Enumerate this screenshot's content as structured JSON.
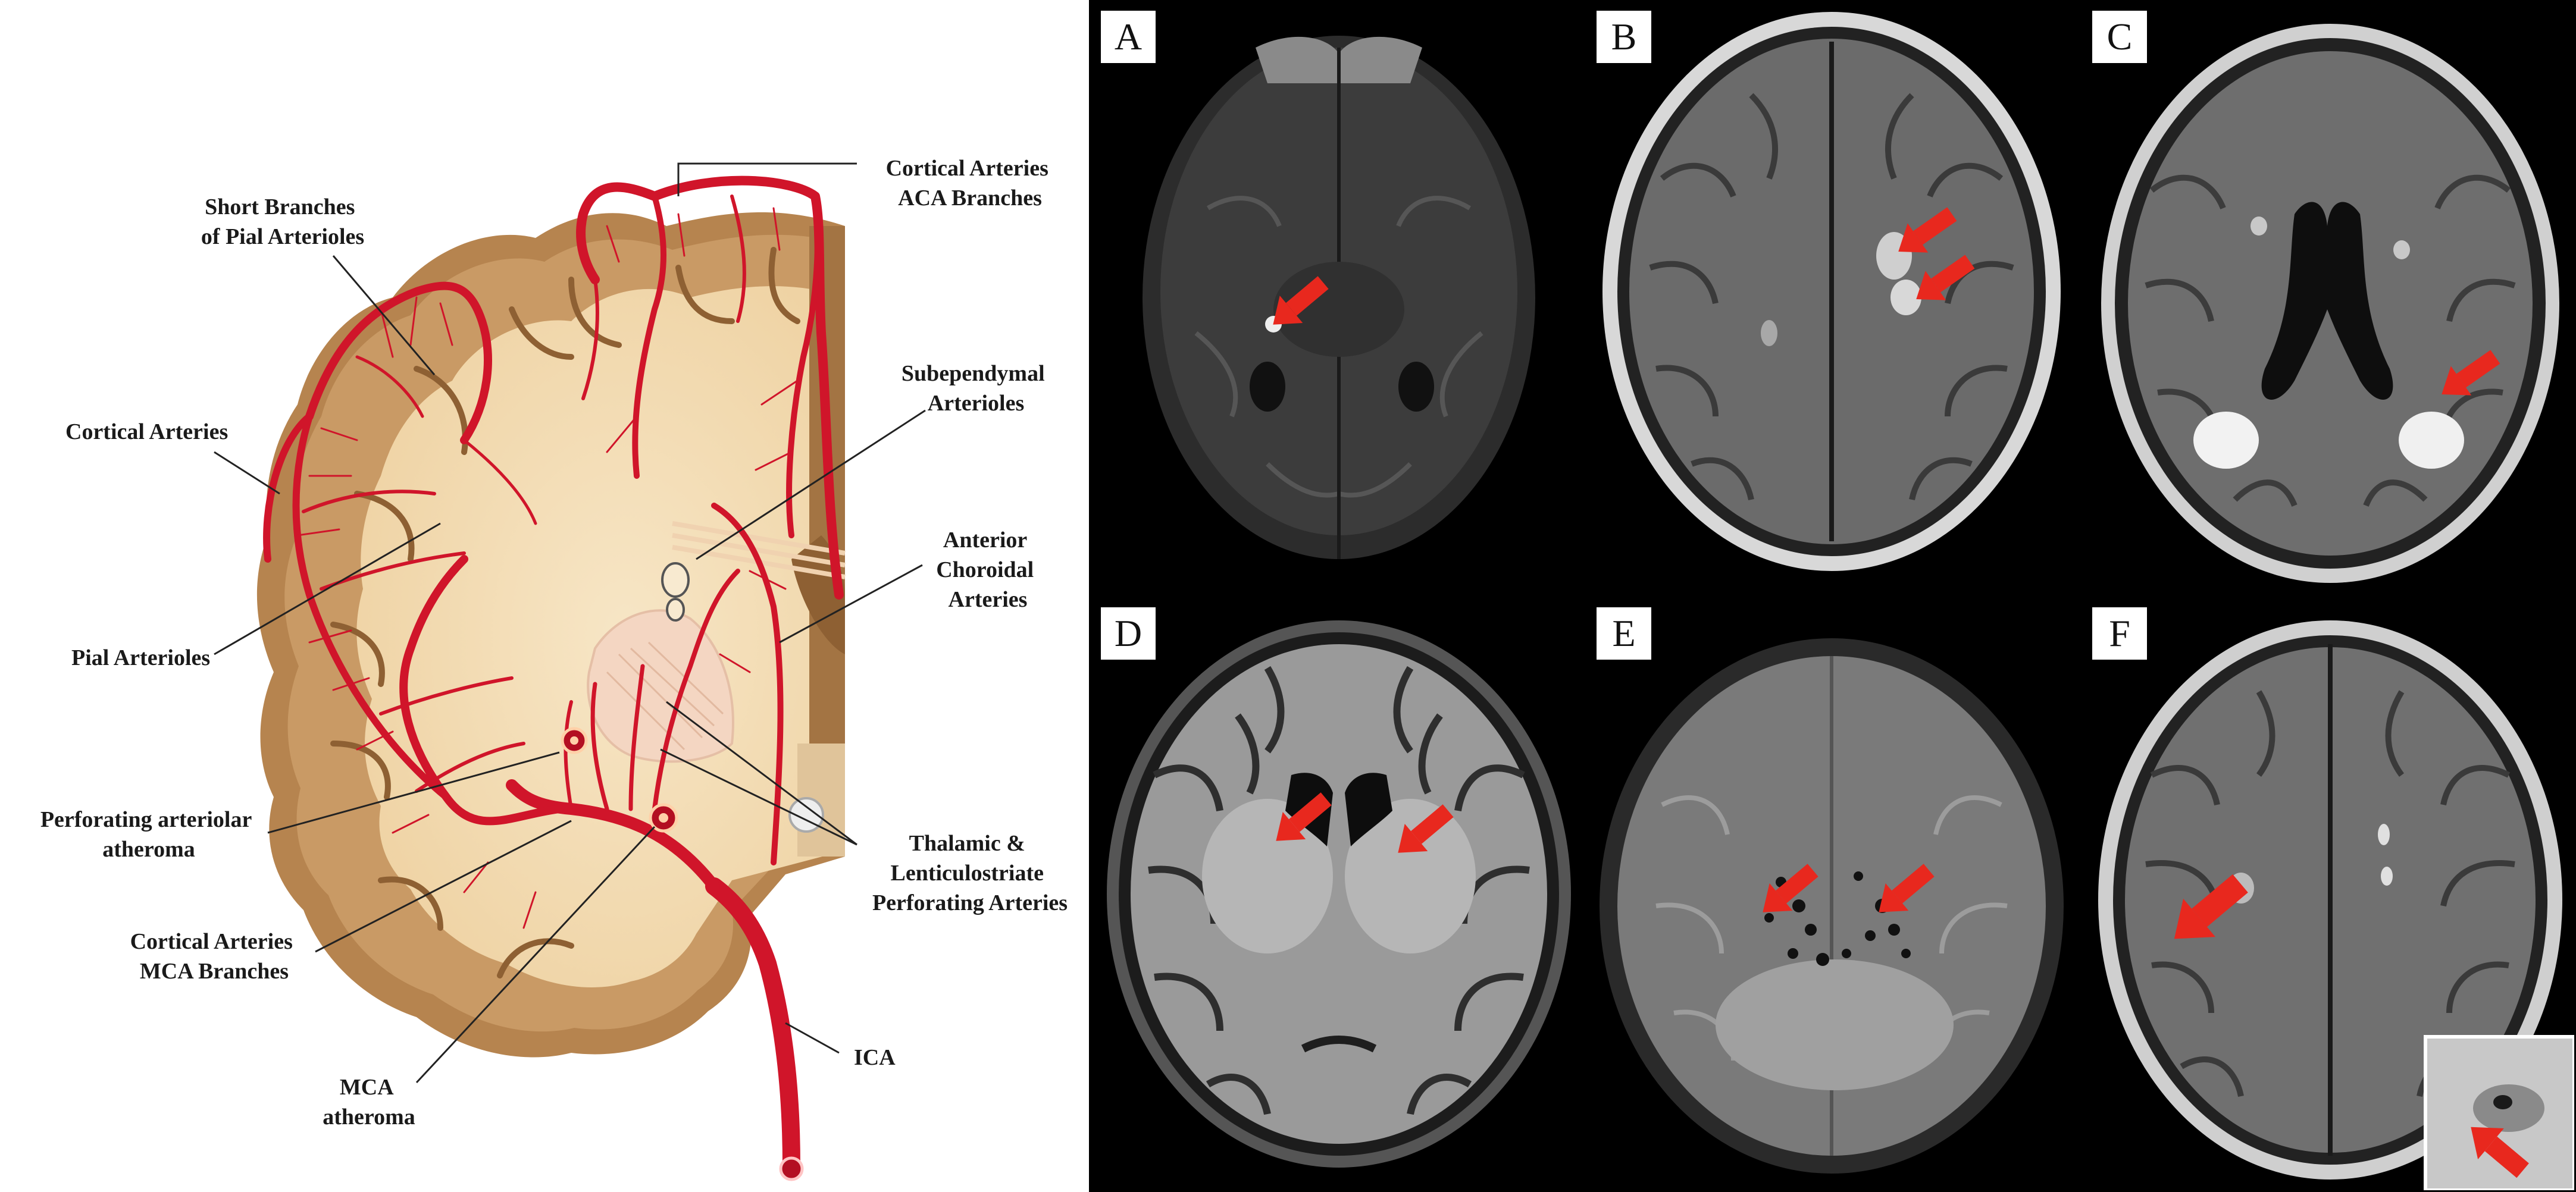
{
  "diagram": {
    "labels": {
      "cortical_aca": [
        "Cortical Arteries",
        "ACA Branches"
      ],
      "short_branches": [
        "Short Branches",
        "of Pial Arterioles"
      ],
      "cortical_arteries": "Cortical Arteries",
      "subependymal": [
        "Subependymal",
        "Arterioles"
      ],
      "anterior_choroidal": [
        "Anterior",
        "Choroidal",
        "Arteries"
      ],
      "pial_arterioles": "Pial Arterioles",
      "perforating_atheroma": [
        "Perforating arteriolar",
        "atheroma"
      ],
      "thalamic": [
        "Thalamic &",
        "Lenticulostriate",
        "Perforating Arteries"
      ],
      "cortical_mca": [
        "Cortical Arteries",
        "MCA Branches"
      ],
      "ica": "ICA",
      "mca_atheroma": [
        "MCA",
        "atheroma"
      ]
    },
    "colors": {
      "artery": "#d0152a",
      "cortex": "#b98a5a",
      "white_matter": "#f2d9b0"
    }
  },
  "panels": [
    {
      "label": "A",
      "sequence_style": "DWI"
    },
    {
      "label": "B",
      "sequence_style": "FLAIR"
    },
    {
      "label": "C",
      "sequence_style": "FLAIR"
    },
    {
      "label": "D",
      "sequence_style": "T1"
    },
    {
      "label": "E",
      "sequence_style": "SWI"
    },
    {
      "label": "F",
      "sequence_style": "FLAIR"
    }
  ],
  "colors": {
    "arrow": "#e8281e"
  }
}
